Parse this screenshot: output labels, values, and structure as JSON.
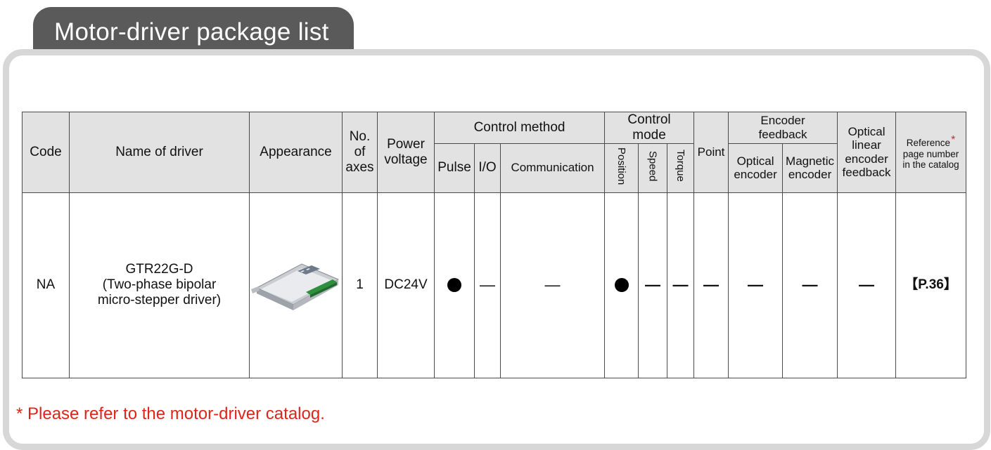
{
  "header": {
    "title": "Motor-driver package list"
  },
  "table": {
    "headers": {
      "code": "Code",
      "name": "Name of driver",
      "appearance": "Appearance",
      "axes_1": "No.",
      "axes_2": "of",
      "axes_3": "axes",
      "power_1": "Power",
      "power_2": "voltage",
      "control_method": "Control method",
      "pulse": "Pulse",
      "io": "I/O",
      "communication": "Communication",
      "control_mode_1": "Control",
      "control_mode_2": "mode",
      "position": "Position",
      "speed": "Speed",
      "torque": "Torque",
      "point": "Point",
      "encoder_feedback_1": "Encoder",
      "encoder_feedback_2": "feedback",
      "optical_encoder_1": "Optical",
      "optical_encoder_2": "encoder",
      "magnetic_encoder_1": "Magnetic",
      "magnetic_encoder_2": "encoder",
      "optical_linear_1": "Optical",
      "optical_linear_2": "linear",
      "optical_linear_3": "encoder",
      "optical_linear_4": "feedback",
      "reference_1": "Reference",
      "reference_star": "*",
      "reference_2": "page number",
      "reference_3": "in the catalog"
    },
    "row": {
      "code": "NA",
      "name_1": "GTR22G-D",
      "name_2": "(Two-phase bipolar",
      "name_3": "micro-stepper driver)",
      "axes": "1",
      "power": "DC24V",
      "pulse": "●",
      "io": "—",
      "communication": "—",
      "position": "●",
      "speed": "—",
      "torque": "—",
      "point": "—",
      "optical_encoder": "—",
      "magnetic_encoder": "—",
      "optical_linear": "—",
      "reference": "【P.36】"
    }
  },
  "footnote": "* Please refer to the motor-driver catalog.",
  "colors": {
    "tab": "#5a5a5a",
    "header_fill": "#e2e2e2",
    "panel_border": "#d7d7d7",
    "note": "#e0241b"
  }
}
